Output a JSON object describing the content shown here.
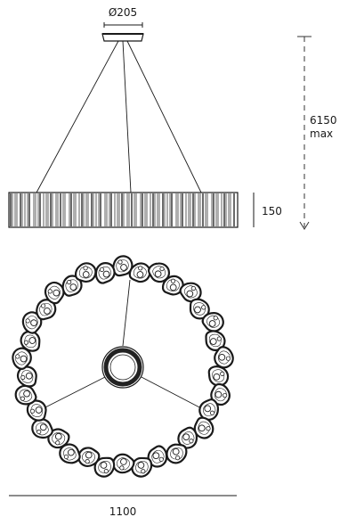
{
  "dimensions": {
    "canopy_diameter": "Ø205",
    "drop_value": "6150",
    "drop_unit": "max",
    "ring_height": "150",
    "ring_diameter": "1100"
  },
  "colors": {
    "line": "#1a1a1a",
    "dash": "#333333",
    "center_ring_outer": "#222222",
    "center_ring_inner": "#ffffff"
  },
  "icons": {
    "crystal": "crystal-pebble-icon"
  }
}
